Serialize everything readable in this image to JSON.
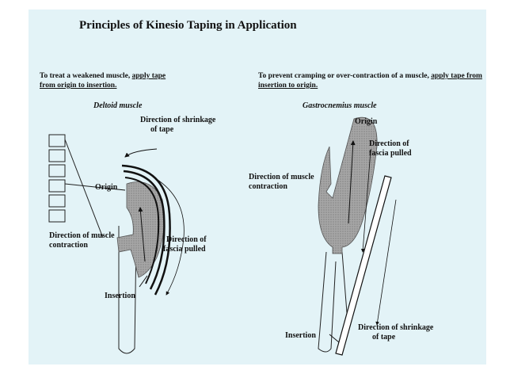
{
  "title": "Principles of Kinesio Taping in Application",
  "left": {
    "intro_plain": "To treat a weakened muscle, ",
    "intro_u1": "apply tape",
    "intro_u2": "from origin to insertion.",
    "muscle_name": "Deltoid muscle",
    "labels": {
      "shrinkage_1": "Direction of shrinkage",
      "shrinkage_2": "of tape",
      "origin": "Origin",
      "contraction_1": "Direction of muscle",
      "contraction_2": "contraction",
      "fascia_1": "Direction of",
      "fascia_2": "fascia pulled",
      "insertion": "Insertion"
    }
  },
  "right": {
    "intro_plain": "To prevent cramping or over-contraction of a muscle, ",
    "intro_u": "apply tape from insertion to origin.",
    "muscle_name": "Gastrocnemius muscle",
    "labels": {
      "origin": "Origin",
      "fascia_1": "Direction of",
      "fascia_2": "fascia pulled",
      "contraction_1": "Direction of muscle",
      "contraction_2": "contraction",
      "insertion": "Insertion",
      "shrinkage_1": "Direction of shrinkage",
      "shrinkage_2": "of tape"
    }
  },
  "colors": {
    "background": "#e3f3f7",
    "muscle_fill": "#9a9a9a",
    "line": "#111111"
  }
}
